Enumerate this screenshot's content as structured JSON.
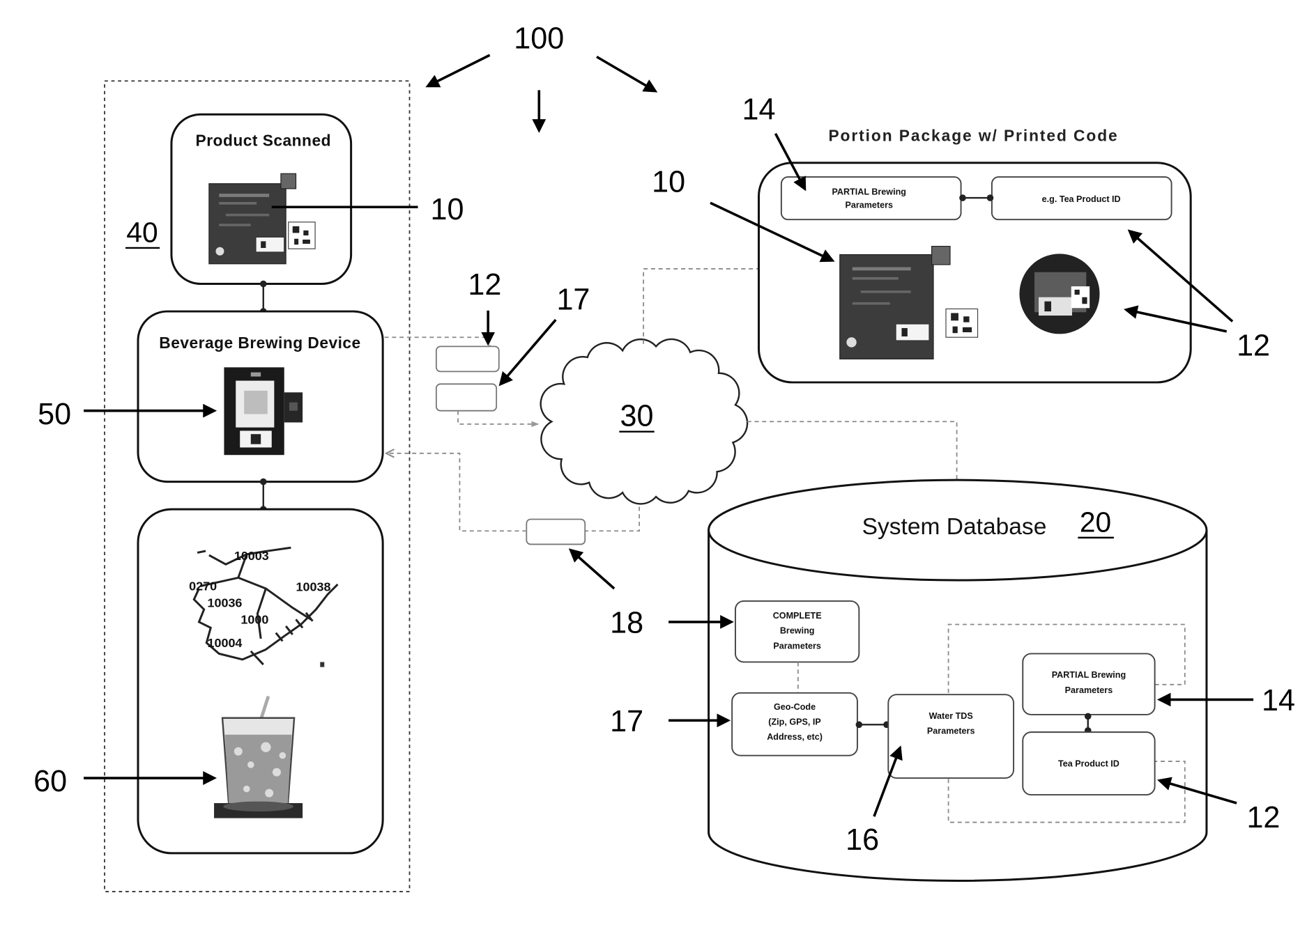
{
  "figure": {
    "system_ref": "100"
  },
  "user_side": {
    "ref": "40",
    "product_scanned": {
      "title": "Product Scanned",
      "ref": "10"
    },
    "brewing_device": {
      "title": "Beverage Brewing Device",
      "ref": "50"
    },
    "output": {
      "map_labels": [
        "10003",
        "0270",
        "10038",
        "10036",
        "1000",
        "10004"
      ],
      "ref": "60"
    }
  },
  "transmission": {
    "code_ref": "12",
    "geo_code_ref": "17"
  },
  "network": {
    "ref": "30"
  },
  "portion_package": {
    "title": "Portion Package w/ Printed Code",
    "partial_params": [
      "PARTIAL Brewing",
      "Parameters"
    ],
    "product_id": "e.g. Tea Product ID",
    "partial_params_ref": "14",
    "package_ref": "10",
    "code_ref": "12"
  },
  "database": {
    "title": "System Database",
    "ref": "20",
    "complete_params": [
      "COMPLETE",
      "Brewing",
      "Parameters"
    ],
    "complete_params_ref": "18",
    "geo_code": [
      "Geo-Code",
      "(Zip, GPS, IP",
      "Address, etc)"
    ],
    "geo_code_ref": "17",
    "water_tds": [
      "Water TDS",
      "Parameters"
    ],
    "water_tds_ref": "16",
    "partial_params": [
      "PARTIAL Brewing",
      "Parameters"
    ],
    "partial_params_ref": "14",
    "product_id": "Tea Product ID",
    "product_id_ref": "12"
  },
  "colors": {
    "line": "#000000",
    "dashed_link": "#8a8a8a",
    "box_border": "#111111"
  }
}
